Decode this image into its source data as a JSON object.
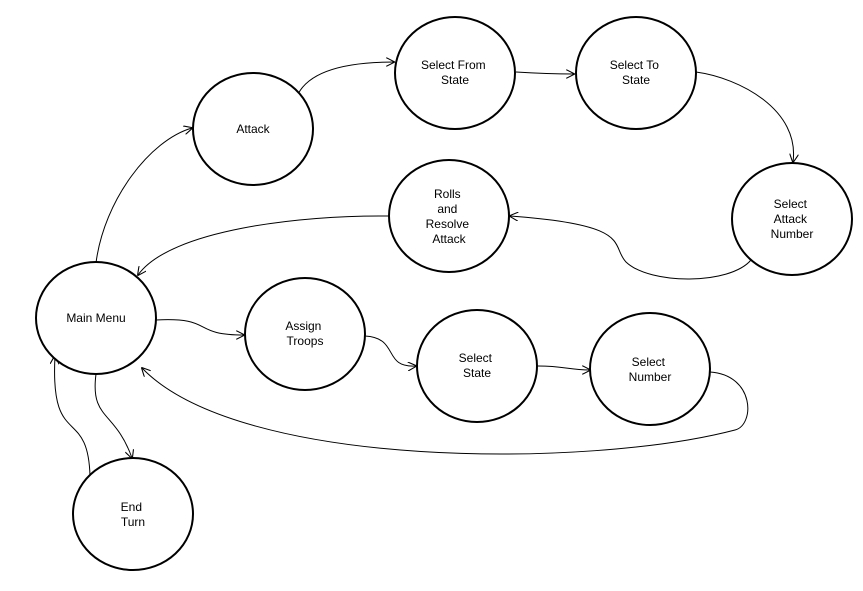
{
  "nodes": [
    {
      "id": "attack",
      "lines": [
        "Attack"
      ]
    },
    {
      "id": "select-from-state",
      "lines": [
        "Select From",
        "State"
      ]
    },
    {
      "id": "select-to-state",
      "lines": [
        "Select To",
        "State"
      ]
    },
    {
      "id": "select-attack-number",
      "lines": [
        "Select",
        "Attack",
        "Number"
      ]
    },
    {
      "id": "rolls-resolve-attack",
      "lines": [
        "Rolls",
        "and",
        "Resolve",
        "Attack"
      ]
    },
    {
      "id": "main-menu",
      "lines": [
        "Main Menu"
      ]
    },
    {
      "id": "assign-troops",
      "lines": [
        "Assign",
        "Troops"
      ]
    },
    {
      "id": "select-state",
      "lines": [
        "Select",
        "State"
      ]
    },
    {
      "id": "select-number",
      "lines": [
        "Select",
        "Number"
      ]
    },
    {
      "id": "end-turn",
      "lines": [
        "End",
        "Turn"
      ]
    }
  ],
  "edges": [
    {
      "from": "main-menu",
      "to": "attack"
    },
    {
      "from": "attack",
      "to": "select-from-state"
    },
    {
      "from": "select-from-state",
      "to": "select-to-state"
    },
    {
      "from": "select-to-state",
      "to": "select-attack-number"
    },
    {
      "from": "select-attack-number",
      "to": "rolls-resolve-attack"
    },
    {
      "from": "rolls-resolve-attack",
      "to": "main-menu"
    },
    {
      "from": "main-menu",
      "to": "assign-troops"
    },
    {
      "from": "assign-troops",
      "to": "select-state"
    },
    {
      "from": "select-state",
      "to": "select-number"
    },
    {
      "from": "select-number",
      "to": "main-menu"
    },
    {
      "from": "main-menu",
      "to": "end-turn"
    },
    {
      "from": "end-turn",
      "to": "main-menu"
    }
  ]
}
